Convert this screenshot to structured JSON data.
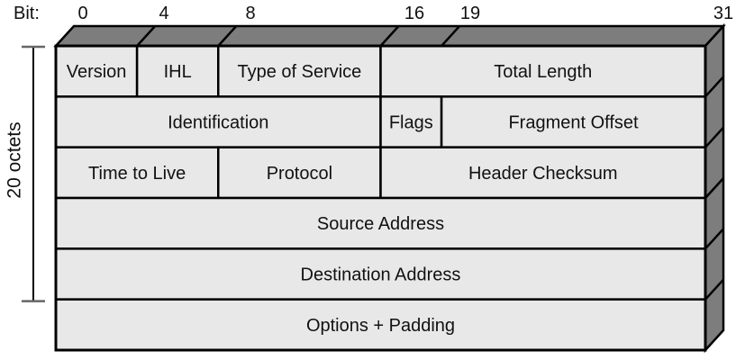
{
  "diagram": {
    "title_semantics": "IPv4 header format",
    "bit_axis": {
      "label": "Bit:",
      "total_bits": 32,
      "markers": [
        {
          "text": "0",
          "bit": 0
        },
        {
          "text": "4",
          "bit": 4
        },
        {
          "text": "8",
          "bit": 8
        },
        {
          "text": "16",
          "bit": 16
        },
        {
          "text": "19",
          "bit": 19
        },
        {
          "text": "31",
          "bit": 31
        }
      ]
    },
    "side_label": "20 octets",
    "rows": [
      {
        "cells": [
          {
            "label": "Version",
            "start": 0,
            "end": 4
          },
          {
            "label": "IHL",
            "start": 4,
            "end": 8
          },
          {
            "label": "Type of Service",
            "start": 8,
            "end": 16
          },
          {
            "label": "Total Length",
            "start": 16,
            "end": 32
          }
        ]
      },
      {
        "cells": [
          {
            "label": "Identification",
            "start": 0,
            "end": 16
          },
          {
            "label": "Flags",
            "start": 16,
            "end": 19
          },
          {
            "label": "Fragment Offset",
            "start": 19,
            "end": 32
          }
        ]
      },
      {
        "cells": [
          {
            "label": "Time to Live",
            "start": 0,
            "end": 8
          },
          {
            "label": "Protocol",
            "start": 8,
            "end": 16
          },
          {
            "label": "Header Checksum",
            "start": 16,
            "end": 32
          }
        ]
      },
      {
        "cells": [
          {
            "label": "Source Address",
            "start": 0,
            "end": 32
          }
        ]
      },
      {
        "cells": [
          {
            "label": "Destination Address",
            "start": 0,
            "end": 32
          }
        ]
      },
      {
        "cells": [
          {
            "label": "Options + Padding",
            "start": 0,
            "end": 32
          }
        ]
      }
    ],
    "bracket_rows_spanned": 5,
    "colors": {
      "cell_fill": "#e8e8e8",
      "face_3d": "#7d7d7d",
      "border": "#000000",
      "text": "#111111",
      "bracket": "#000000",
      "bracket_cap": "#666666",
      "background": "#ffffff"
    }
  }
}
